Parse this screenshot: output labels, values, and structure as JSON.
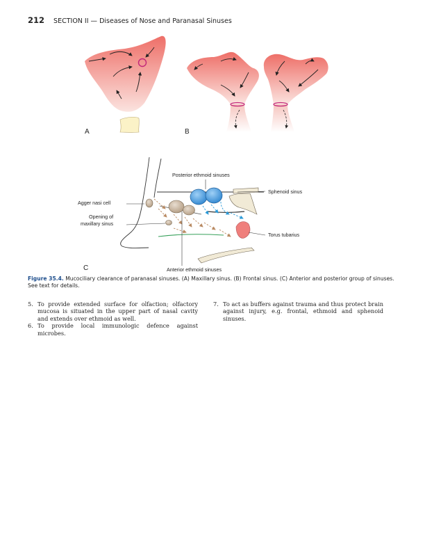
{
  "header": {
    "page_number": "212",
    "running_title": "SECTION II — Diseases of Nose and Paranasal Sinuses"
  },
  "figure": {
    "panel_labels": {
      "a": "A",
      "b": "B",
      "c": "C"
    },
    "labels": {
      "posterior_ethmoid": "Posterior ethmoid sinuses",
      "sphenoid": "Sphenoid sinus",
      "agger_nasi": "Agger nasi cell",
      "opening_maxillary_1": "Opening of",
      "opening_maxillary_2": "maxillary sinus",
      "torus_tubarius": "Torus tubarius",
      "anterior_ethmoid": "Anterior ethmoid  sinuses"
    },
    "caption_label": "Figure 35.4.",
    "caption_text": "Mucociliary clearance of paranasal sinuses. (A) Maxillary sinus. (B) Frontal sinus. (C) Anterior and posterior group of sinuses. See text for details.",
    "colors": {
      "sinus_pink": "#f08a82",
      "ethmoid_blue": "#3a8fd6",
      "cell_tan": "#c8b49c",
      "label_blue": "#1e4e8c"
    }
  },
  "body": {
    "items": [
      {
        "num": "5.",
        "text": "To provide extended surface for olfaction; olfactory mucosa is situated in the upper part of nasal cavity and extends over ethmoid as well."
      },
      {
        "num": "6.",
        "text": "To provide local immunologic defence against microbes."
      },
      {
        "num": "7.",
        "text": "To act as buffers against trauma and thus protect brain against injury, e.g. frontal, ethmoid and sphenoid sinuses."
      }
    ]
  }
}
